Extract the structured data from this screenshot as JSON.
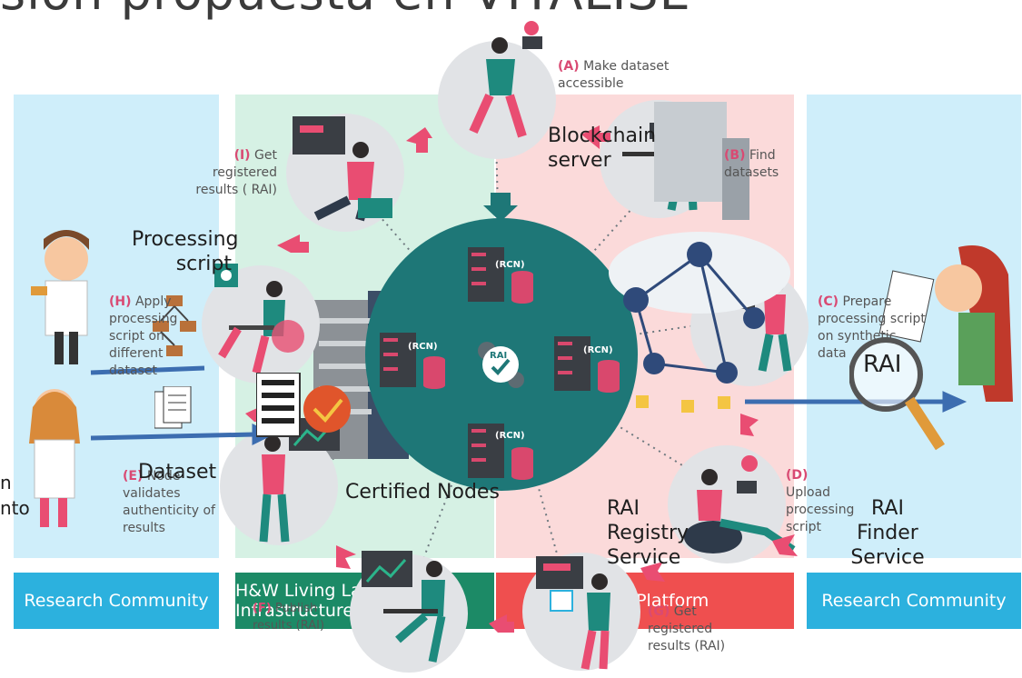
{
  "title_fragment": "sion propuesta en VITALISE",
  "labels": {
    "a": {
      "key": "(A)",
      "text": "Make dataset accessible"
    },
    "b": {
      "key": "(B)",
      "text": "Find datasets"
    },
    "c": {
      "key": "(C)",
      "text": "Prepare processing script on synthetic data"
    },
    "d": {
      "key": "(D)",
      "text": "Upload processing script"
    },
    "f": {
      "key": "(F)",
      "text": "Publish results (RAI)"
    },
    "g": {
      "key": "(G)",
      "text": "Get registered results (RAI)"
    },
    "h": {
      "key": "(H)",
      "text": "Apply processing script on different dataset"
    },
    "i": {
      "key": "(I)",
      "text": "Get registered results ( RAI)"
    },
    "e": {
      "key": "(E)",
      "text": "Node validates authenticity of results"
    }
  },
  "big_labels": {
    "processing_script": "Processing script",
    "blockchain_server": "Blockchain server",
    "dataset": "Dataset",
    "certified_nodes": "Certified Nodes",
    "rai_registry": "RAI Registry Service",
    "rai_finder": "RAI Finder Service",
    "left_edge_1": "n",
    "left_edge_2": "nto"
  },
  "bars": {
    "left": "Research Community",
    "green": "H&W Living Lab Infrastructure",
    "red": "Cloud Platform",
    "right": "Research Community"
  },
  "hub": {
    "center": "RAI",
    "node_label": "(RCN)",
    "magnifier": "RAI"
  },
  "colors": {
    "panel_blue": "#cfeefa",
    "panel_green": "#d6f1e4",
    "panel_red": "#fbdada",
    "hub": "#1e7777",
    "bar_blue": "#2cb1de",
    "bar_green": "#1c8a66",
    "bar_red": "#ef4f4f",
    "accent": "#e94d72"
  }
}
